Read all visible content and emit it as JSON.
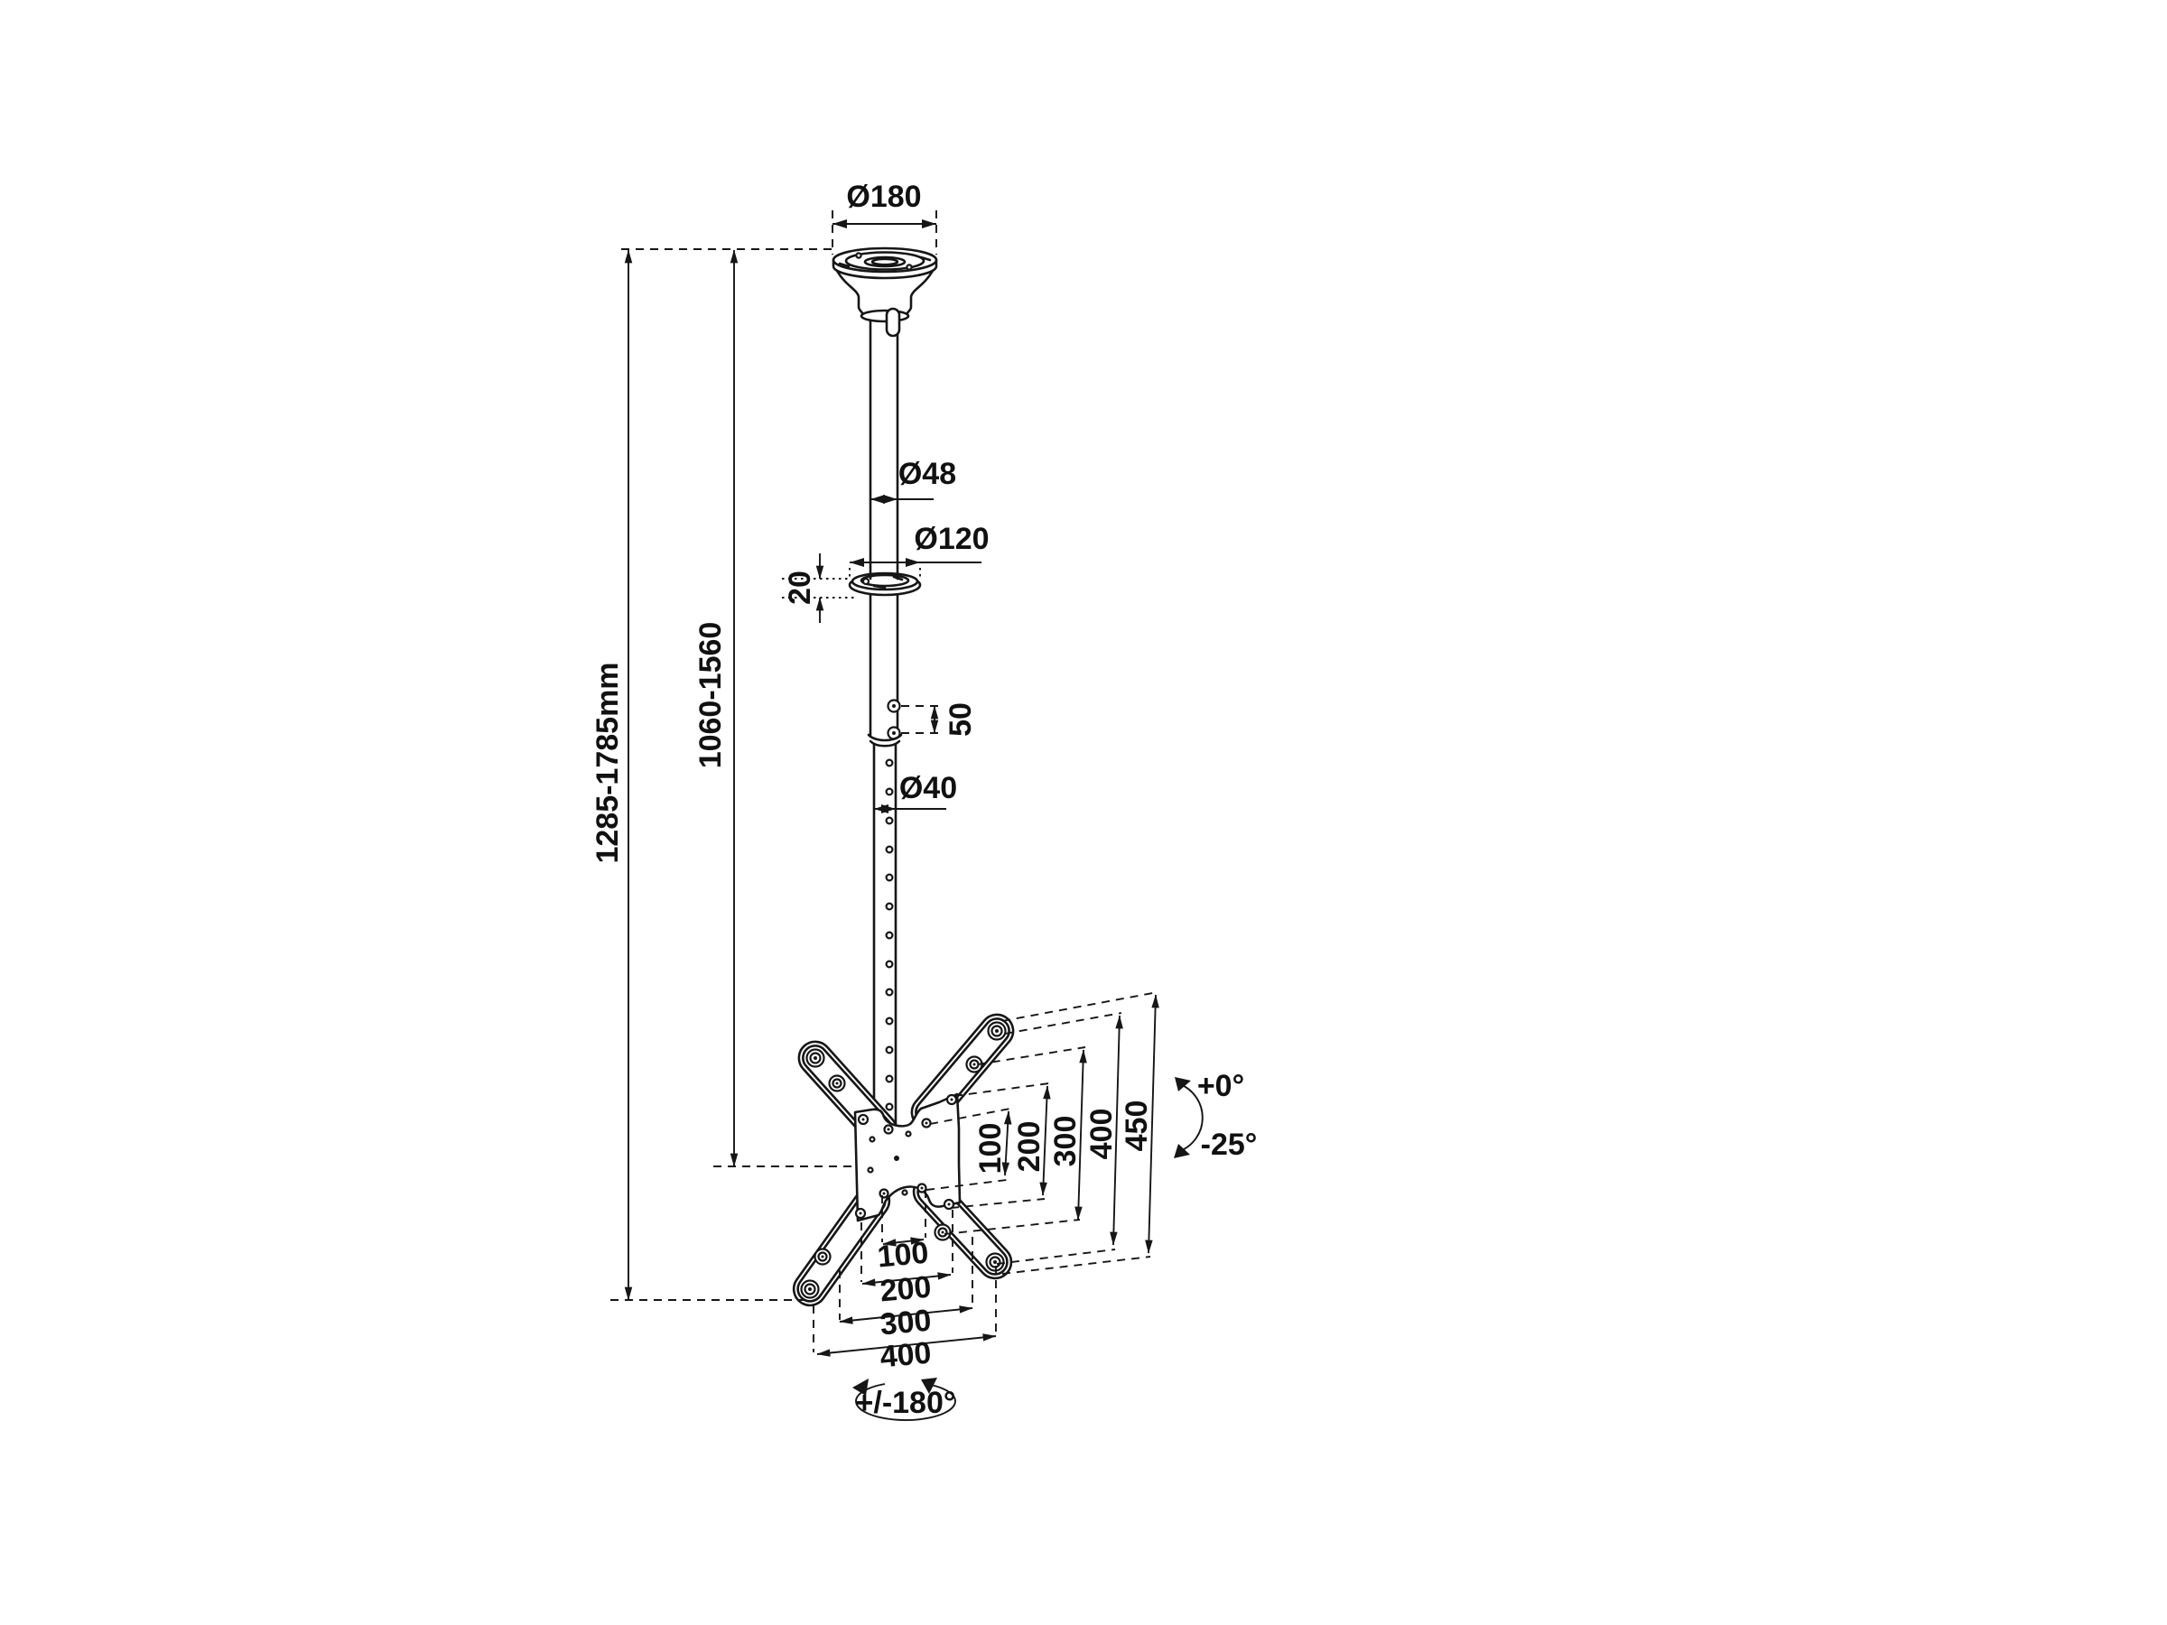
{
  "title": "TV ceiling mount dimensional drawing",
  "labels": {
    "ceiling_plate_diameter": "Ø180",
    "upper_tube_diameter": "Ø48",
    "collar_diameter": "Ø120",
    "collar_thickness": "20",
    "pole_height_range": "1060-1560",
    "overall_height_range": "1285-1785mm",
    "hole_pitch": "50",
    "lower_tube_diameter": "Ø40",
    "tilt_up": "+0°",
    "tilt_down": "-25°",
    "swivel_range": "+/-180°",
    "vesa_width_steps": [
      "100",
      "200",
      "300",
      "400"
    ],
    "vesa_height_steps": [
      "100",
      "200",
      "300",
      "400",
      "450"
    ]
  }
}
